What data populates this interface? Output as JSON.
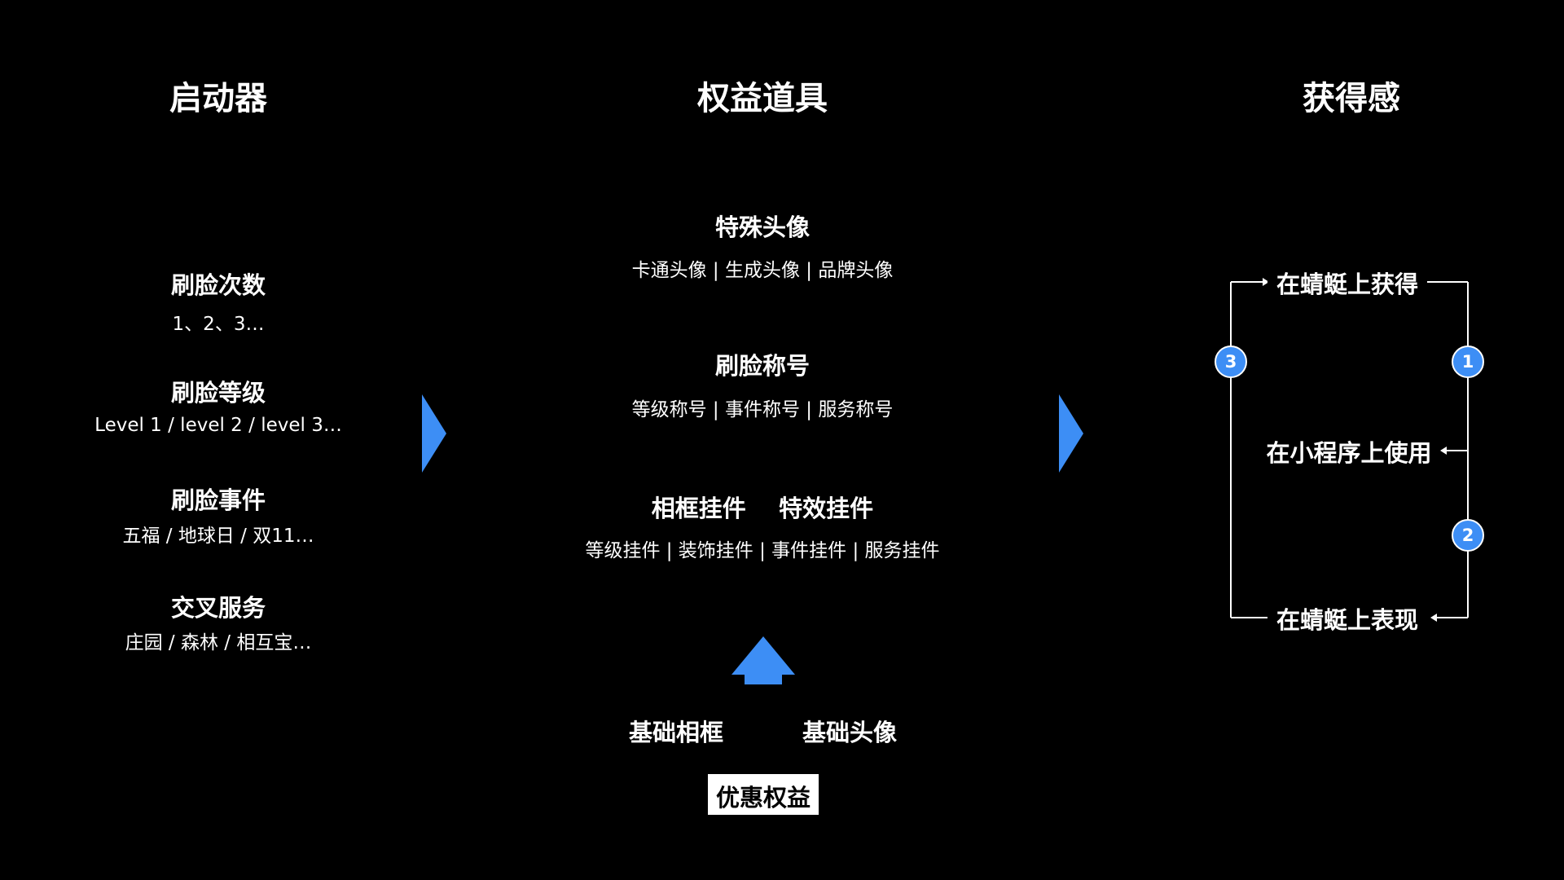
{
  "columns": {
    "launcher": {
      "title": "启动器"
    },
    "props": {
      "title": "权益道具"
    },
    "gain": {
      "title": "获得感"
    }
  },
  "launcher_items": [
    {
      "title": "刷脸次数",
      "sub": "1、2、3…"
    },
    {
      "title": "刷脸等级",
      "sub": "Level 1 / level 2 / level 3…"
    },
    {
      "title": "刷脸事件",
      "sub": "五福 / 地球日 / 双11…"
    },
    {
      "title": "交叉服务",
      "sub": "庄园 / 森林 / 相互宝…"
    }
  ],
  "props_items": [
    {
      "title": "特殊头像",
      "sub": "卡通头像 | 生成头像 | 品牌头像"
    },
    {
      "title": "刷脸称号",
      "sub": "等级称号 | 事件称号 | 服务称号"
    },
    {
      "title": "相框挂件    特效挂件",
      "sub": "等级挂件 | 装饰挂件 | 事件挂件 | 服务挂件"
    }
  ],
  "base": {
    "frame": "基础相框",
    "avatar": "基础头像",
    "coupon": "优惠权益"
  },
  "loop": {
    "top": "在蜻蜓上获得",
    "middle": "在小程序上使用",
    "bottom": "在蜻蜓上表现",
    "badges": [
      "1",
      "2",
      "3"
    ]
  },
  "colors": {
    "accent": "#3d8ef5",
    "background": "#000000",
    "text": "#ffffff"
  }
}
